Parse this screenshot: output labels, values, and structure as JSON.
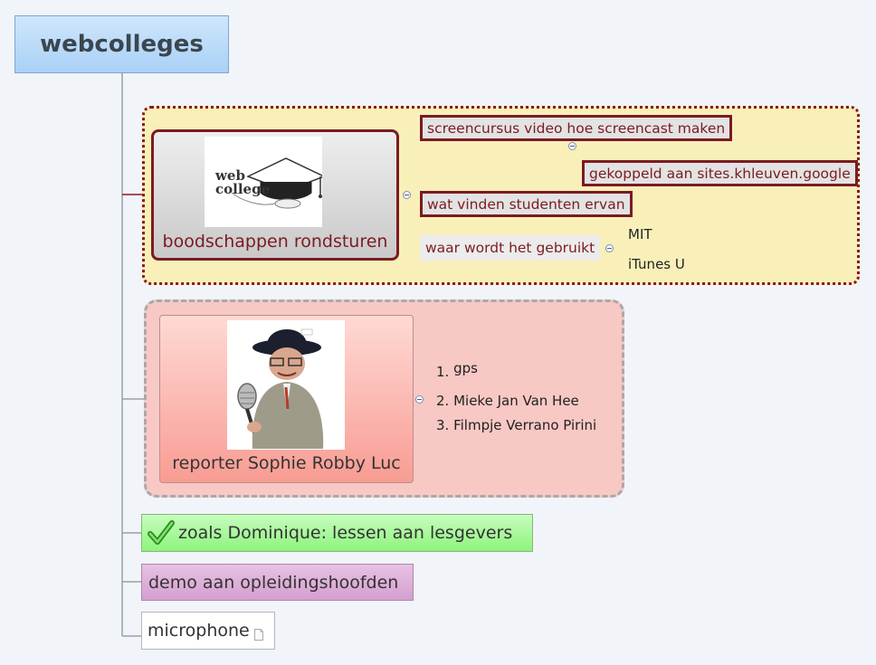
{
  "root": {
    "title": "webcolleges"
  },
  "topic1": {
    "label": "boodschappen rondsturen",
    "logo_text": [
      "web",
      "college"
    ],
    "children": [
      {
        "label": "screencursus video hoe screencast maken",
        "child": "gekoppeld aan sites.khleuven.google"
      },
      {
        "label": "wat vinden studenten ervan"
      },
      {
        "label": "waar wordt het gebruikt",
        "leaves": [
          "MIT",
          "iTunes U"
        ]
      }
    ]
  },
  "topic2": {
    "label": "reporter Sophie Robby Luc",
    "items": [
      {
        "num": "1.",
        "text": "gps"
      },
      {
        "num": "2.",
        "text": "Mieke Jan Van Hee"
      },
      {
        "num": "3.",
        "text": "Filmpje Verrano Pirini"
      }
    ]
  },
  "topic3": {
    "label": "zoals Dominique: lessen aan lesgevers",
    "icon": "checkmark-icon"
  },
  "topic4": {
    "label": "demo aan opleidingshoofden"
  },
  "topic5": {
    "label": "microphone",
    "icon": "note-icon"
  },
  "colors": {
    "accent_dark_red": "#7b1b22",
    "root_blue": "#a9d1f6",
    "boundary_yellow": "#f8efb9",
    "boundary_pink": "#f8c8c4",
    "green": "#8ef37d",
    "purple": "#d59fcf"
  }
}
